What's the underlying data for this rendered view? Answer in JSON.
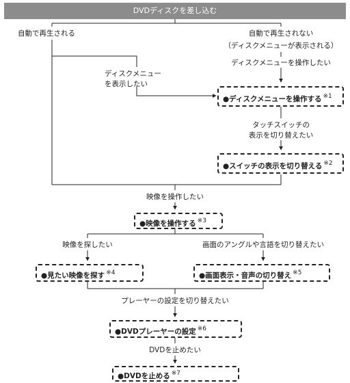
{
  "header": {
    "title": "DVDディスクを差し込む"
  },
  "labels": {
    "auto_play": "自動で再生される",
    "no_auto_play_1": "自動で再生されない",
    "no_auto_play_2": "（ディスクメニューが表示される）",
    "operate_menu_wish": "ディスクメニューを操作したい",
    "show_menu_1": "ディスクメニュー",
    "show_menu_2": "を表示したい",
    "switch_display_1": "タッチスイッチの",
    "switch_display_2": "表示を切り替えたい",
    "operate_video": "映像を操作したい",
    "search_video": "映像を探したい",
    "angle_language": "画面のアングルや言語を切り替えたい",
    "player_settings": "プレーヤーの設定を切り替えたい",
    "stop_dvd": "DVDを止めたい"
  },
  "boxes": [
    {
      "text": "●ディスクメニューを操作する",
      "note": "※1"
    },
    {
      "text": "●スイッチの表示を切り替える",
      "note": "※2"
    },
    {
      "text": "●映像を操作する",
      "note": "※3"
    },
    {
      "text": "●見たい映像を探す",
      "note": "※4"
    },
    {
      "text": "●画面表示・音声の切り替え",
      "note": "※5"
    },
    {
      "text": "●DVDプレーヤーの設定",
      "note": "※6"
    },
    {
      "text": "●DVDを止める",
      "note": "※7"
    }
  ]
}
